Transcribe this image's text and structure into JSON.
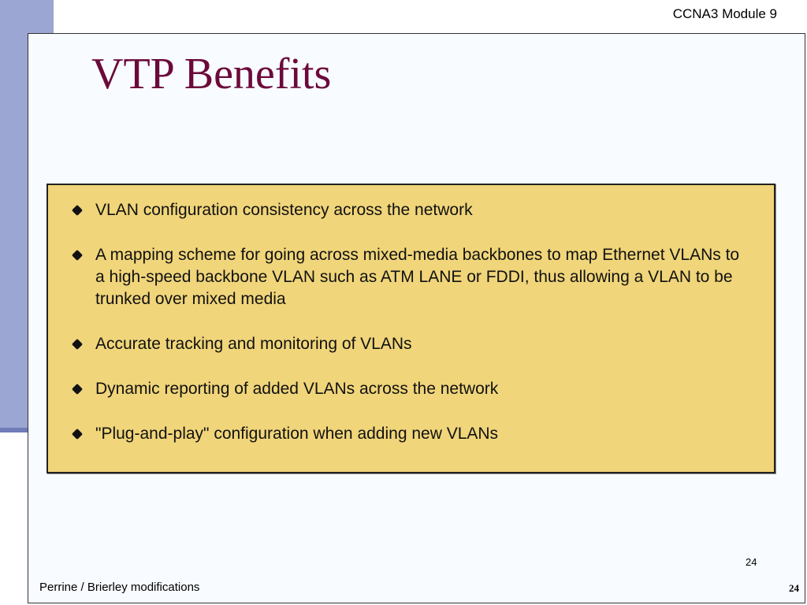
{
  "header": {
    "course": "CCNA3 Module 9"
  },
  "slide": {
    "title": "VTP Benefits",
    "bullets": [
      {
        "text": "VLAN configuration consistency across the network"
      },
      {
        "text": "A mapping scheme for going across mixed-media backbones to map Ethernet VLANs to a high-speed backbone VLAN such as ATM LANE or FDDI, thus allowing a VLAN to be trunked over mixed media"
      },
      {
        "text": "Accurate tracking and monitoring of VLANs"
      },
      {
        "text": "Dynamic reporting of added VLANs across the network"
      },
      {
        "text": "\"Plug-and-play\" configuration when adding new VLANs"
      }
    ],
    "image_page_number": "24"
  },
  "footer": {
    "credit": "Perrine / Brierley modifications",
    "page_number": "24"
  },
  "colors": {
    "sidebar": "#9ca6d2",
    "title": "#6b0a3a",
    "box_fill": "#f0d57a"
  }
}
